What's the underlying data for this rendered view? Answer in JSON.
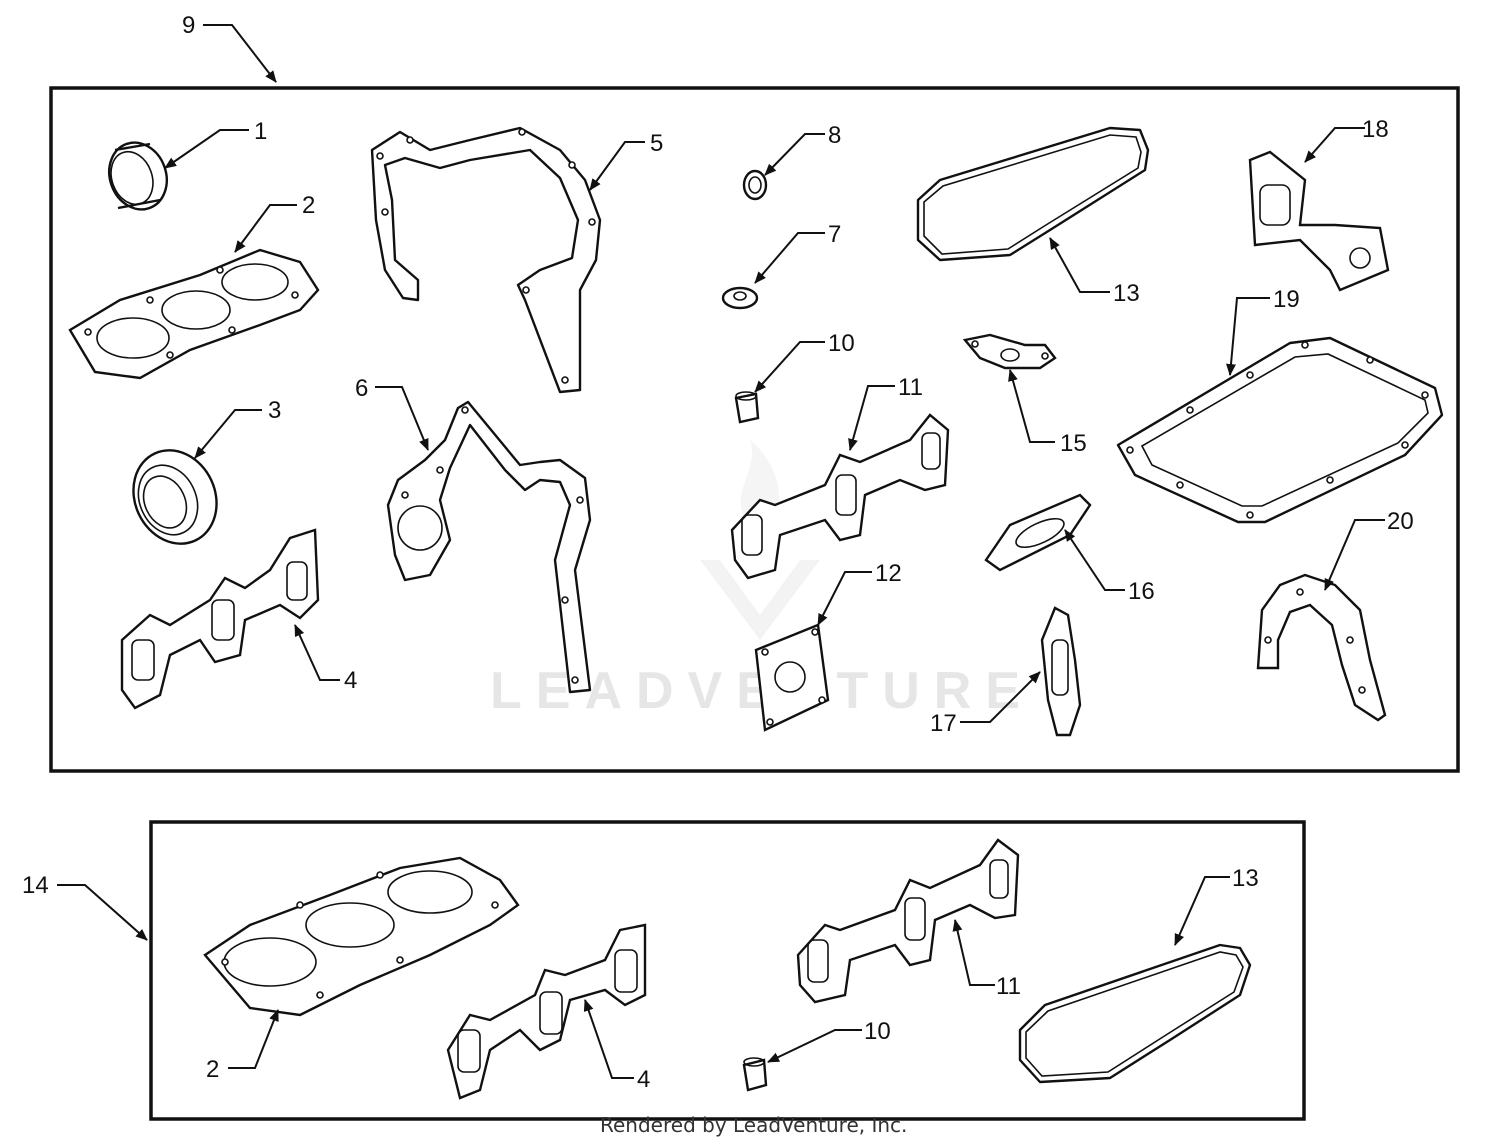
{
  "callouts": {
    "c9": "9",
    "c1": "1",
    "c2": "2",
    "c3": "3",
    "c4": "4",
    "c5": "5",
    "c6": "6",
    "c7": "7",
    "c8": "8",
    "c10": "10",
    "c11": "11",
    "c12": "12",
    "c13": "13",
    "c15": "15",
    "c16": "16",
    "c17": "17",
    "c18": "18",
    "c19": "19",
    "c20": "20",
    "c14": "14",
    "k2": "2",
    "k4": "4",
    "k10": "10",
    "k11": "11",
    "k13": "13"
  },
  "watermark": "LEADVENTURE",
  "footer": "Rendered by LeadVenture, Inc."
}
